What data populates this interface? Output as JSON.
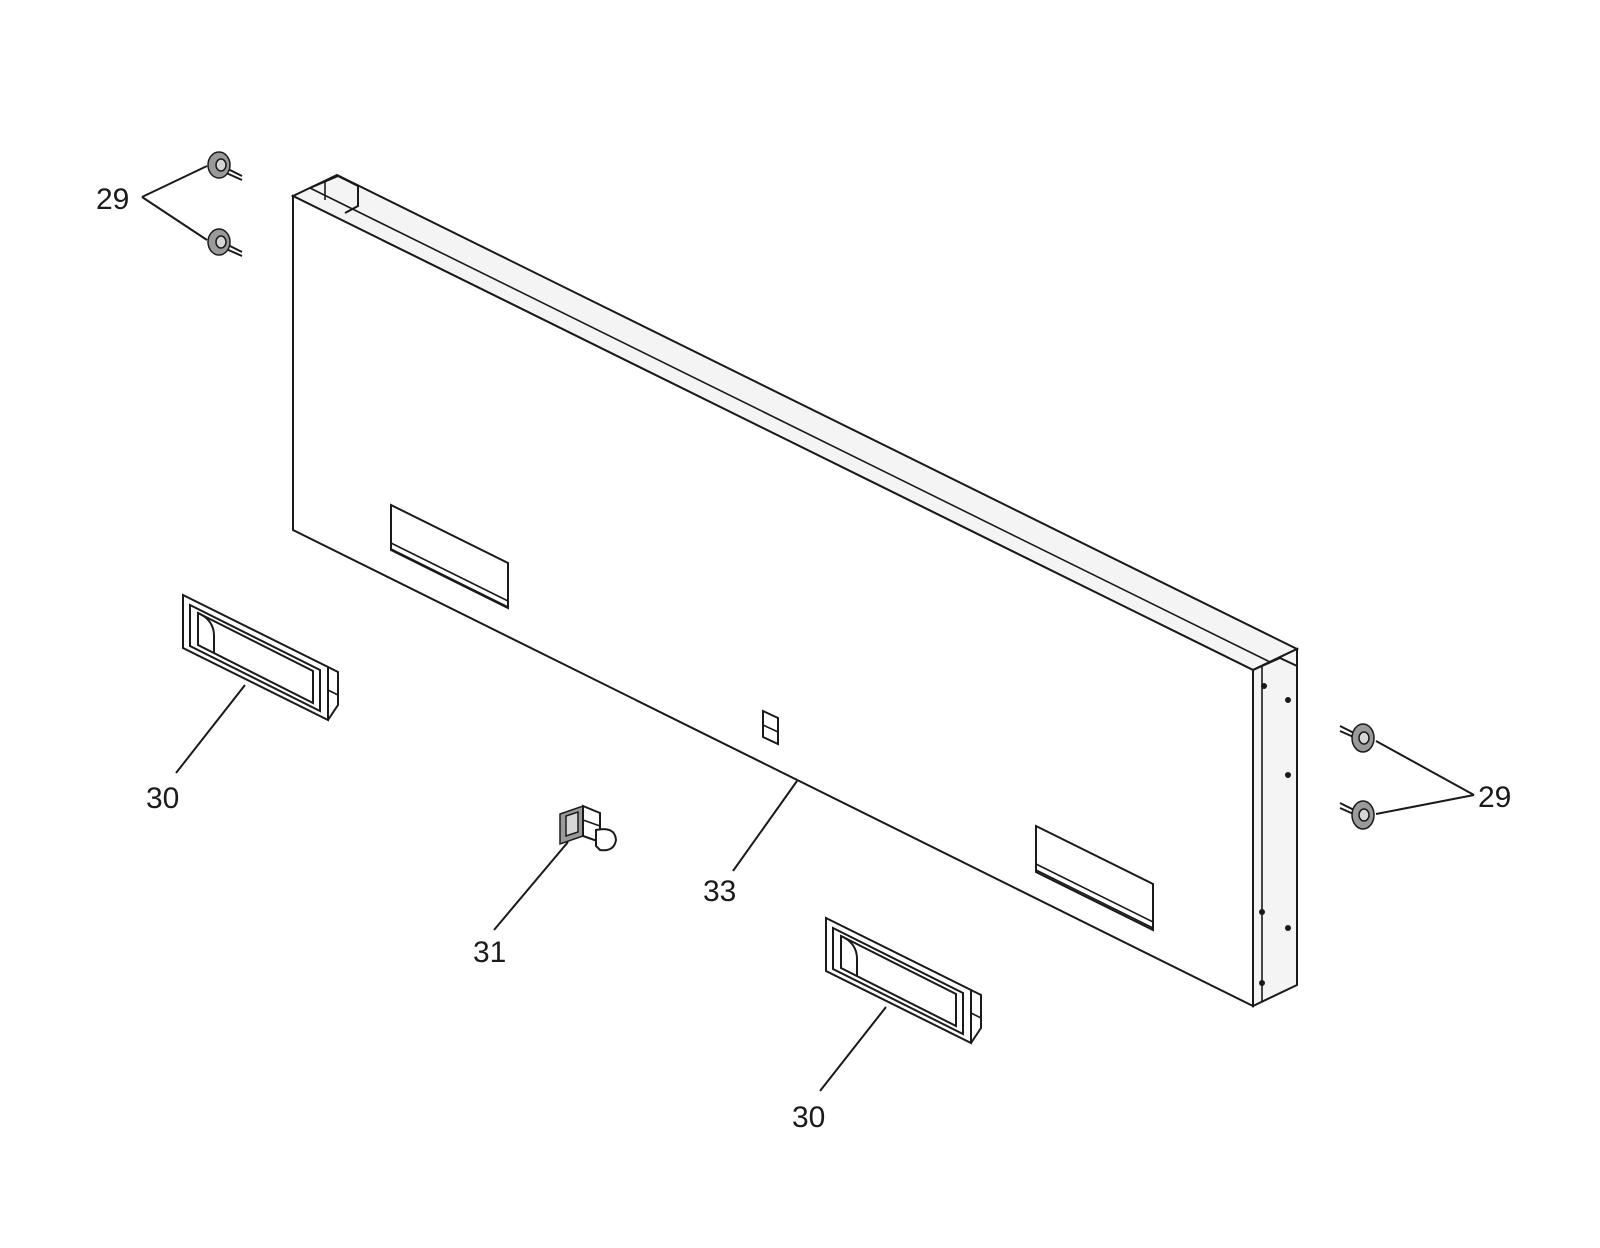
{
  "callouts": {
    "c29_top_left": "29",
    "c29_right": "29",
    "c30_left": "30",
    "c30_bottom": "30",
    "c31": "31",
    "c33": "33"
  }
}
